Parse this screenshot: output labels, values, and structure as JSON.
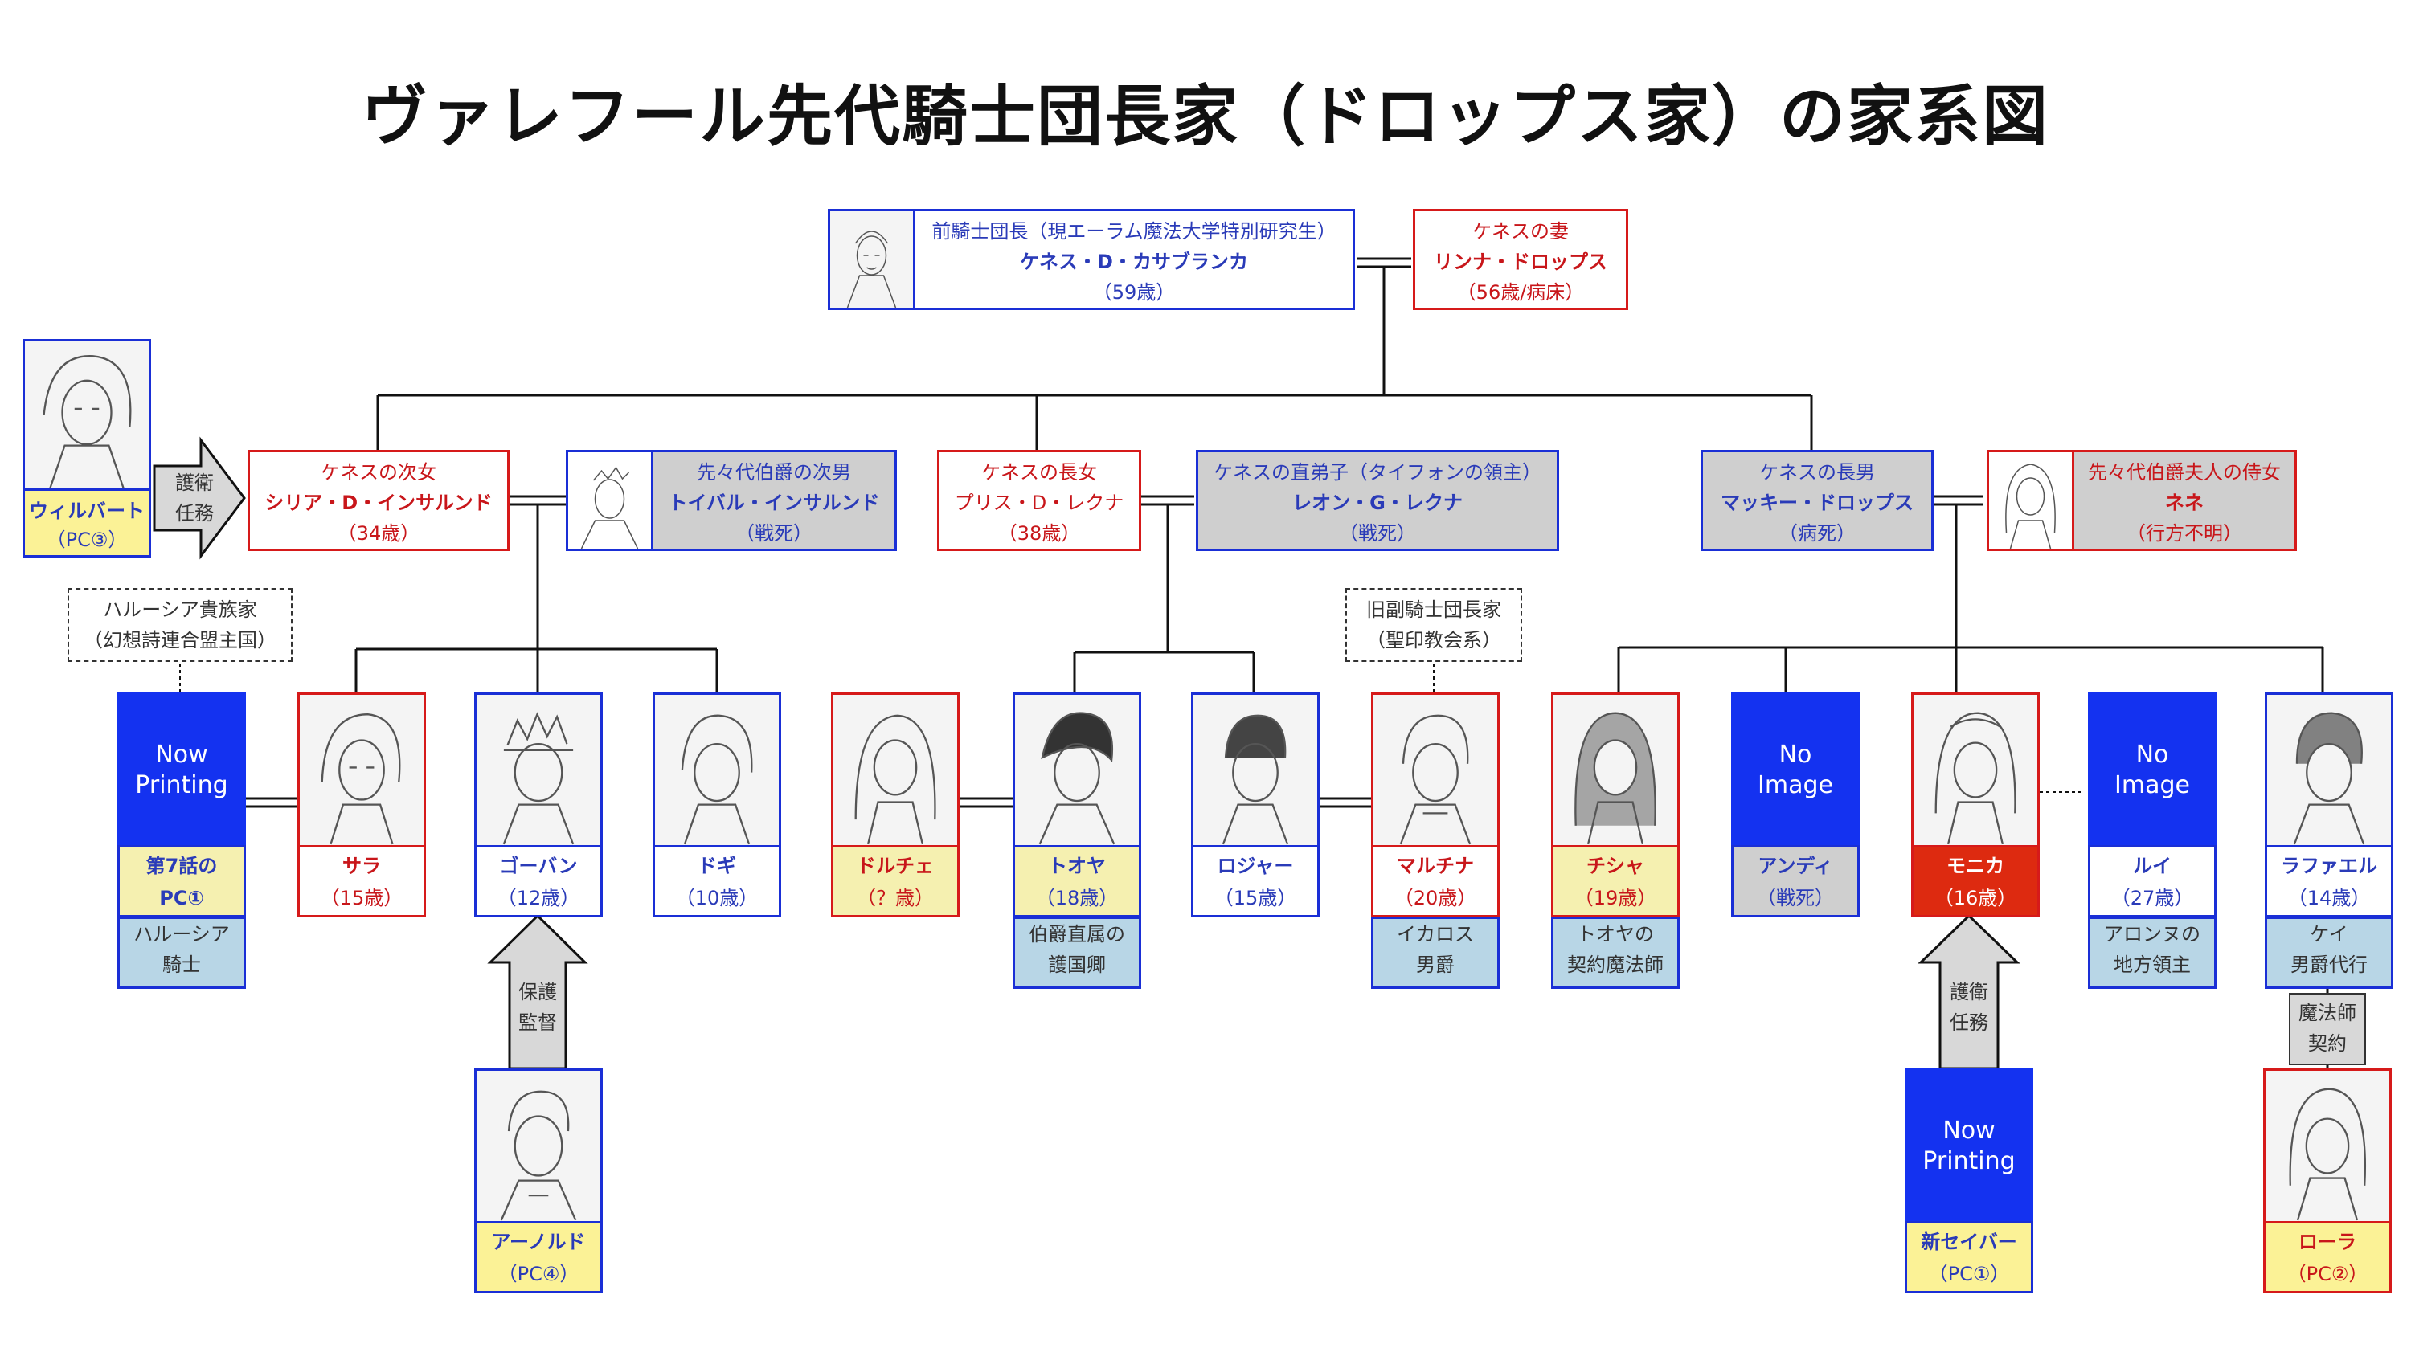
{
  "title": "ヴァレフール先代騎士団長家（ドロップス家）の家系図",
  "colors": {
    "blue_border": "#1a2fd6",
    "red_border": "#d61a1a",
    "blue_fill": "#1432f0",
    "yellow_fill": "#fbf296",
    "pale_yellow": "#f5f0b0",
    "light_blue": "#b8d6e6",
    "gray": "#cfcfcf",
    "red_fill": "#dd2a10"
  },
  "top": {
    "kenneth": {
      "line1": "前騎士団長（現エーラム魔法大学特別研究生）",
      "line2": "ケネス・D・カサブランカ",
      "line3": "（59歳）"
    },
    "rinna": {
      "line1": "ケネスの妻",
      "line2": "リンナ・ドロップス",
      "line3": "（56歳/病床）"
    }
  },
  "wilbert": {
    "name": "ウィルバート",
    "pc": "（PC③）",
    "arrow1": "護衛",
    "arrow2": "任務"
  },
  "gen2": {
    "silia": {
      "line1": "ケネスの次女",
      "line2": "シリア・D・インサルンド",
      "line3": "（34歳）"
    },
    "toibal": {
      "line1": "先々代伯爵の次男",
      "line2": "トイバル・インサルンド",
      "line3": "（戦死）"
    },
    "pris": {
      "line1": "ケネスの長女",
      "line2": "プリス・D・レクナ",
      "line3": "（38歳）"
    },
    "leon": {
      "line1": "ケネスの直弟子（タイフォンの領主）",
      "line2": "レオン・G・レクナ",
      "line3": "（戦死）"
    },
    "mackey": {
      "line1": "ケネスの長男",
      "line2": "マッキー・ドロップス",
      "line3": "（病死）"
    },
    "nene": {
      "line1": "先々代伯爵夫人の侍女",
      "line2": "ネネ",
      "line3": "（行方不明）"
    }
  },
  "notes": {
    "haloosia": {
      "line1": "ハルーシア貴族家",
      "line2": "（幻想詩連合盟主国）"
    },
    "vice": {
      "line1": "旧副騎士団長家",
      "line2": "（聖印教会系）"
    }
  },
  "gen3": {
    "pc1_ep7": {
      "ph1": "Now",
      "ph2": "Printing",
      "name": "第7話の",
      "age": "PC①",
      "sub1": "ハルーシア",
      "sub2": "騎士"
    },
    "sara": {
      "name": "サラ",
      "age": "（15歳）"
    },
    "goban": {
      "name": "ゴーバン",
      "age": "（12歳）"
    },
    "dogi": {
      "name": "ドギ",
      "age": "（10歳）"
    },
    "dolce": {
      "name": "ドルチェ",
      "age": "（？歳）"
    },
    "toya": {
      "name": "トオヤ",
      "age": "（18歳）",
      "sub1": "伯爵直属の",
      "sub2": "護国卿"
    },
    "roger": {
      "name": "ロジャー",
      "age": "（15歳）"
    },
    "martina": {
      "name": "マルチナ",
      "age": "（20歳）",
      "sub1": "イカロス",
      "sub2": "男爵"
    },
    "chisha": {
      "name": "チシャ",
      "age": "（19歳）",
      "sub1": "トオヤの",
      "sub2": "契約魔法師"
    },
    "andy": {
      "ph1": "No",
      "ph2": "Image",
      "name": "アンディ",
      "age": "（戦死）"
    },
    "monica": {
      "name": "モニカ",
      "age": "（16歳）"
    },
    "louis": {
      "ph1": "No",
      "ph2": "Image",
      "name": "ルイ",
      "age": "（27歳）",
      "sub1": "アロンヌの",
      "sub2": "地方領主"
    },
    "raphael": {
      "name": "ラファエル",
      "age": "（14歳）",
      "sub1": "ケイ",
      "sub2": "男爵代行"
    }
  },
  "gen4": {
    "arnold": {
      "name": "アーノルド",
      "pc": "（PC④）",
      "arrow1": "保護",
      "arrow2": "監督"
    },
    "saber": {
      "ph1": "Now",
      "ph2": "Printing",
      "name": "新セイバー",
      "pc": "（PC①）",
      "arrow1": "護衛",
      "arrow2": "任務"
    },
    "laura": {
      "name": "ローラ",
      "pc": "（PC②）",
      "link1": "魔法師",
      "link2": "契約"
    }
  }
}
